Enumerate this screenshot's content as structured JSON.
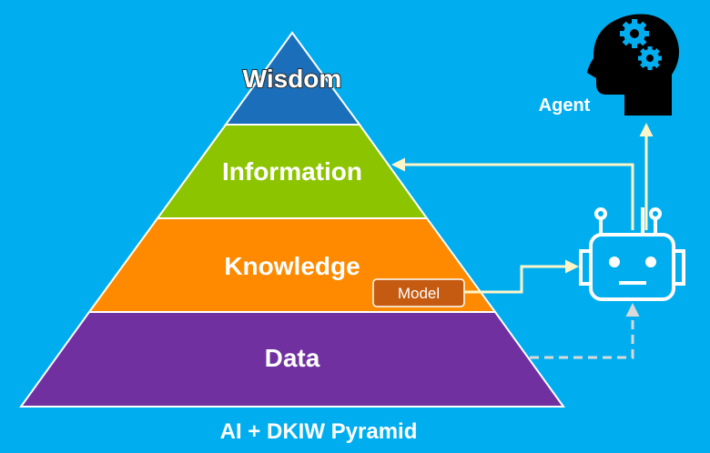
{
  "pyramid": {
    "tiers": [
      {
        "label": "Wisdom",
        "color": "#1b6fba"
      },
      {
        "label": "Information",
        "color": "#8cc500"
      },
      {
        "label": "Knowledge",
        "color": "#ff8a00"
      },
      {
        "label": "Data",
        "color": "#7030a0"
      }
    ],
    "title": "AI + DKIW Pyramid"
  },
  "model_box": {
    "label": "Model",
    "color": "#c55a11"
  },
  "agent": {
    "label": "Agent",
    "icon": "head-with-gears-icon"
  },
  "robot": {
    "icon": "robot-icon"
  },
  "colors": {
    "background": "#00aeef",
    "arrow": "#fdf5c8",
    "dashed_arrow": "#d9d9d9",
    "outline": "#ffffff"
  }
}
